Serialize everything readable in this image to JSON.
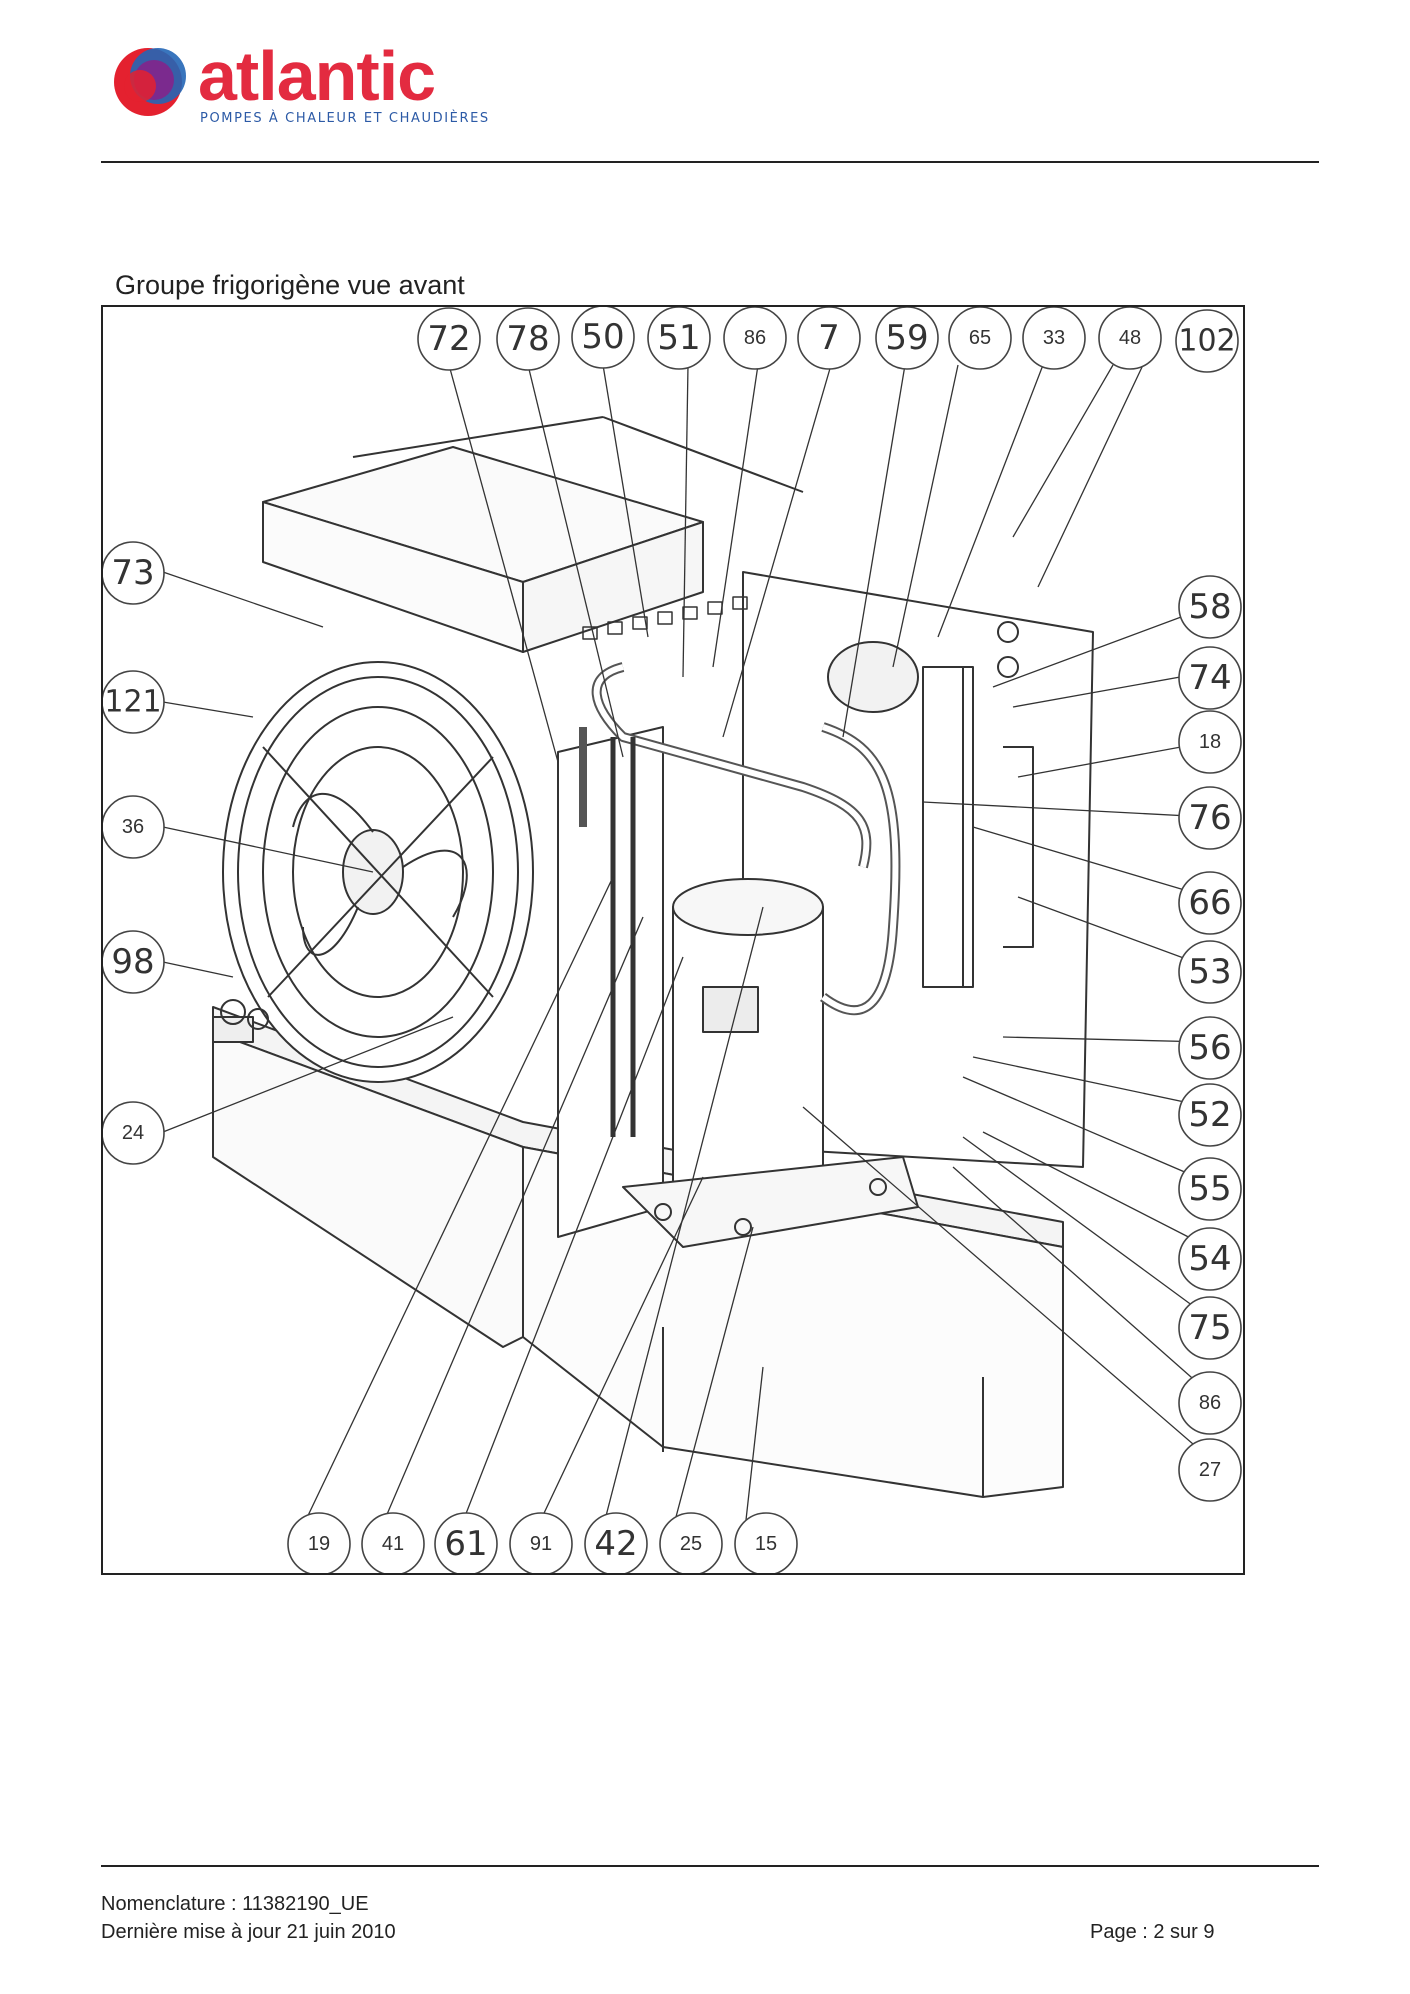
{
  "brand": {
    "name": "atlantic",
    "tagline": "POMPES À CHALEUR ET CHAUDIÈRES",
    "colors": {
      "word": "#e32b40",
      "tagline": "#2c5aa6",
      "mark_red": "#e4212f",
      "mark_purple": "#7b2a8e",
      "mark_blue": "#2366b6"
    }
  },
  "diagram": {
    "title": "Groupe frigorigène vue avant",
    "callouts": [
      {
        "label": "72",
        "size": "big"
      },
      {
        "label": "78",
        "size": "big"
      },
      {
        "label": "50",
        "size": "big"
      },
      {
        "label": "51",
        "size": "big"
      },
      {
        "label": "86",
        "size": "small"
      },
      {
        "label": "7",
        "size": "big"
      },
      {
        "label": "59",
        "size": "big"
      },
      {
        "label": "65",
        "size": "small"
      },
      {
        "label": "33",
        "size": "small"
      },
      {
        "label": "48",
        "size": "small"
      },
      {
        "label": "102",
        "size": "big"
      },
      {
        "label": "73",
        "size": "big"
      },
      {
        "label": "121",
        "size": "big"
      },
      {
        "label": "36",
        "size": "small"
      },
      {
        "label": "98",
        "size": "big"
      },
      {
        "label": "24",
        "size": "small"
      },
      {
        "label": "58",
        "size": "big"
      },
      {
        "label": "74",
        "size": "big"
      },
      {
        "label": "18",
        "size": "small"
      },
      {
        "label": "76",
        "size": "big"
      },
      {
        "label": "66",
        "size": "big"
      },
      {
        "label": "53",
        "size": "big"
      },
      {
        "label": "56",
        "size": "big"
      },
      {
        "label": "52",
        "size": "big"
      },
      {
        "label": "55",
        "size": "big"
      },
      {
        "label": "54",
        "size": "big"
      },
      {
        "label": "75",
        "size": "big"
      },
      {
        "label": "86",
        "size": "small"
      },
      {
        "label": "27",
        "size": "small"
      },
      {
        "label": "19",
        "size": "small"
      },
      {
        "label": "41",
        "size": "small"
      },
      {
        "label": "61",
        "size": "big"
      },
      {
        "label": "91",
        "size": "small"
      },
      {
        "label": "42",
        "size": "big"
      },
      {
        "label": "25",
        "size": "small"
      },
      {
        "label": "15",
        "size": "small"
      }
    ]
  },
  "footer": {
    "nomenclature": "Nomenclature : 11382190_UE",
    "last_update": "Dernière mise à jour 21 juin 2010",
    "page": "Page : 2 sur 9"
  }
}
